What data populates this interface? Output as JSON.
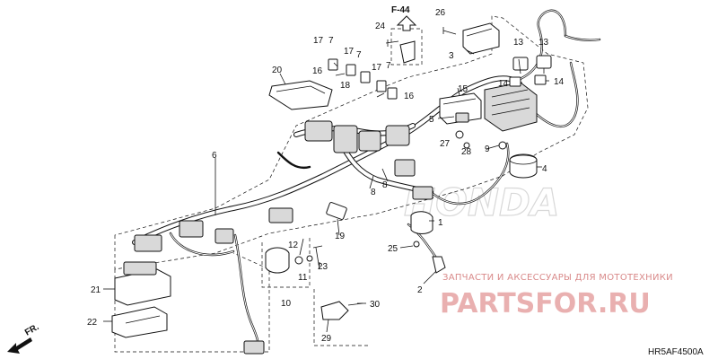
{
  "reference_label": "F-44",
  "direction_label": "FR.",
  "diagram_code": "HR5AF4500A",
  "watermark": {
    "subtitle": "ЗАПЧАСТИ И АКСЕССУАРЫ ДЛЯ МОТОТЕХНИКИ",
    "title": "PARTSFOR.RU",
    "brand": "HONDA"
  },
  "callouts": {
    "c1": "1",
    "c2": "2",
    "c3": "3",
    "c4": "4",
    "c5": "5",
    "c6": "6",
    "c7a": "7",
    "c7b": "7",
    "c7c": "7",
    "c8a": "8",
    "c8b": "8",
    "c9": "9",
    "c10": "10",
    "c11": "11",
    "c12": "12",
    "c13a": "13",
    "c13b": "13",
    "c14a": "14",
    "c14b": "14",
    "c15": "15",
    "c16a": "16",
    "c16b": "16",
    "c17a": "17",
    "c17b": "17",
    "c17c": "17",
    "c18": "18",
    "c19": "19",
    "c20": "20",
    "c21": "21",
    "c22": "22",
    "c23": "23",
    "c24": "24",
    "c25": "25",
    "c26": "26",
    "c27": "27",
    "c28": "28",
    "c29": "29",
    "c30": "30"
  }
}
